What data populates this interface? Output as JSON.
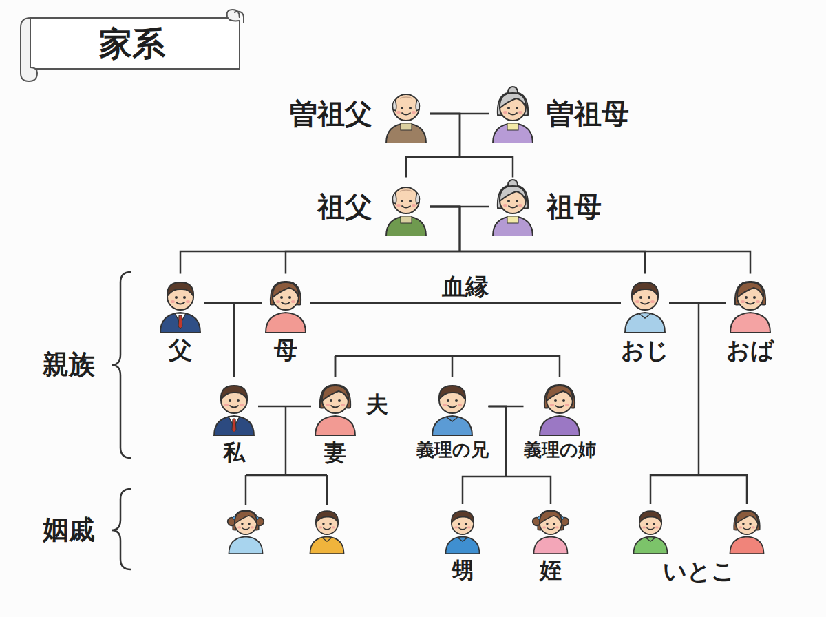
{
  "diagram": {
    "title": "家系",
    "nodes": [
      {
        "text": [
          "曽祖父"
        ]
      },
      {
        "text": [
          "曽祖母"
        ]
      },
      {
        "text": [
          "祖父"
        ]
      },
      {
        "text": [
          "祖母"
        ]
      },
      {
        "text": [
          "父"
        ]
      },
      {
        "text": [
          "母"
        ]
      },
      {
        "text": [
          "おじ"
        ]
      },
      {
        "text": [
          "おば"
        ]
      },
      {
        "text": [
          "私"
        ]
      },
      {
        "text": [
          "妻"
        ]
      },
      {
        "text": [
          "義理の兄"
        ]
      },
      {
        "text": [
          "義理の姉"
        ]
      },
      {
        "text": [
          "甥"
        ]
      },
      {
        "text": [
          "姪"
        ]
      },
      {
        "text": [
          "いとこ"
        ]
      }
    ],
    "edges": [
      {
        "from": 0,
        "to": 1,
        "arrow": "none"
      },
      {
        "from": 0,
        "to": 2,
        "arrow": "none"
      },
      {
        "from": 0,
        "to": 3,
        "arrow": "none"
      },
      {
        "from": 2,
        "to": 3,
        "arrow": "none"
      },
      {
        "from": 2,
        "to": 4,
        "arrow": "none"
      },
      {
        "from": 2,
        "to": 5,
        "arrow": "none"
      },
      {
        "from": 2,
        "to": 6,
        "arrow": "none"
      },
      {
        "from": 2,
        "to": 7,
        "arrow": "none"
      },
      {
        "from": 4,
        "to": 5,
        "arrow": "none"
      },
      {
        "from": 5,
        "to": 6,
        "label": "血縁",
        "arrow": "none"
      },
      {
        "from": 6,
        "to": 7,
        "arrow": "none"
      },
      {
        "from": 4,
        "to": 8,
        "arrow": "none"
      },
      {
        "from": 8,
        "to": 9,
        "arrow": "none"
      },
      {
        "from": 9,
        "to": 10,
        "arrow": "none"
      },
      {
        "from": 9,
        "to": 11,
        "arrow": "none"
      },
      {
        "from": 10,
        "to": 11,
        "arrow": "none"
      },
      {
        "from": 10,
        "to": 12,
        "arrow": "none"
      },
      {
        "from": 10,
        "to": 13,
        "arrow": "none"
      },
      {
        "from": 6,
        "to": 14,
        "arrow": "none"
      }
    ],
    "labels": [
      "夫",
      "親族",
      "姻戚"
    ]
  }
}
